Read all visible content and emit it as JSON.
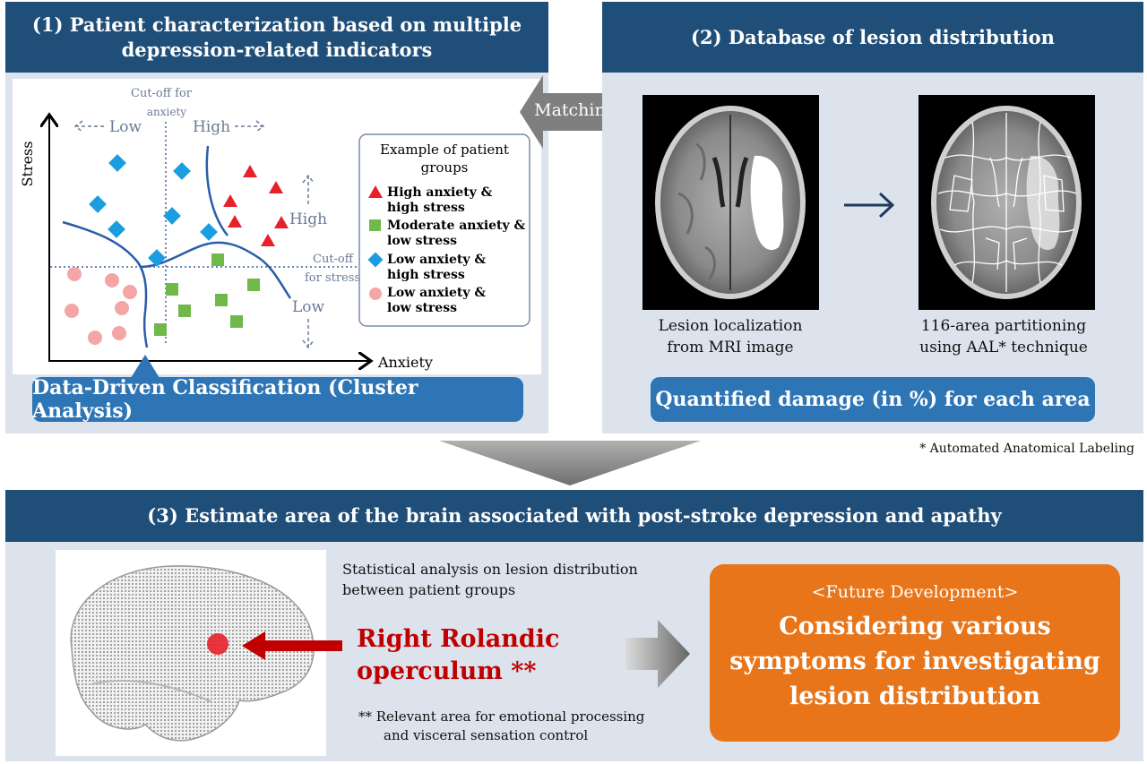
{
  "panel1": {
    "title_line1": "(1) Patient characterization based on multiple",
    "title_line2": "depression-related indicators",
    "chart": {
      "y_axis_label": "Stress",
      "x_axis_label": "Anxiety",
      "cutoff_anxiety_line1": "Cut-off for",
      "cutoff_anxiety_line2": "anxiety",
      "cutoff_stress_line1": "Cut-off",
      "cutoff_stress_line2": "for stress",
      "low_left": "Low",
      "high_top": "High",
      "high_right": "High",
      "low_bottom": "Low"
    },
    "legend": {
      "title_line1": "Example of patient",
      "title_line2": "groups",
      "items": [
        {
          "line1": "High anxiety &",
          "line2": "high stress",
          "shape": "triangle",
          "color": "#e8202a"
        },
        {
          "line1": "Moderate anxiety &",
          "line2": "low stress",
          "shape": "square",
          "color": "#70b84a"
        },
        {
          "line1": "Low anxiety &",
          "line2": "high stress",
          "shape": "diamond",
          "color": "#1a9ee0"
        },
        {
          "line1": "Low anxiety &",
          "line2": "low stress",
          "shape": "circle",
          "color": "#f4a6a6"
        }
      ]
    },
    "footer": "Data-Driven Classification (Cluster Analysis)"
  },
  "matching_label": "Matching",
  "panel2": {
    "title": "(2) Database of lesion distribution",
    "caption_left_line1": "Lesion localization",
    "caption_left_line2": "from MRI image",
    "caption_right_line1": "116-area partitioning",
    "caption_right_line2": "using AAL*  technique",
    "footer": "Quantified damage (in %)  for each area"
  },
  "footnote": "* Automated Anatomical Labeling",
  "panel3": {
    "title": "(3) Estimate area of the brain associated with post-stroke depression and apathy",
    "stat_line1": "Statistical analysis on lesion distribution",
    "stat_line2": "between patient groups",
    "result_line1": "Right Rolandic",
    "result_line2": "operculum **",
    "note_line1": "**  Relevant area for emotional processing",
    "note_line2": "and visceral sensation control",
    "future_title": "<Future Development>",
    "future_line1": "Considering various",
    "future_line2": "symptoms for investigating",
    "future_line3": "lesion distribution"
  },
  "colors": {
    "header": "#1f4e79",
    "pill": "#2e75b6",
    "panel_bg": "#dde3ec",
    "future_box": "#e8751a",
    "result_text": "#c00000"
  }
}
